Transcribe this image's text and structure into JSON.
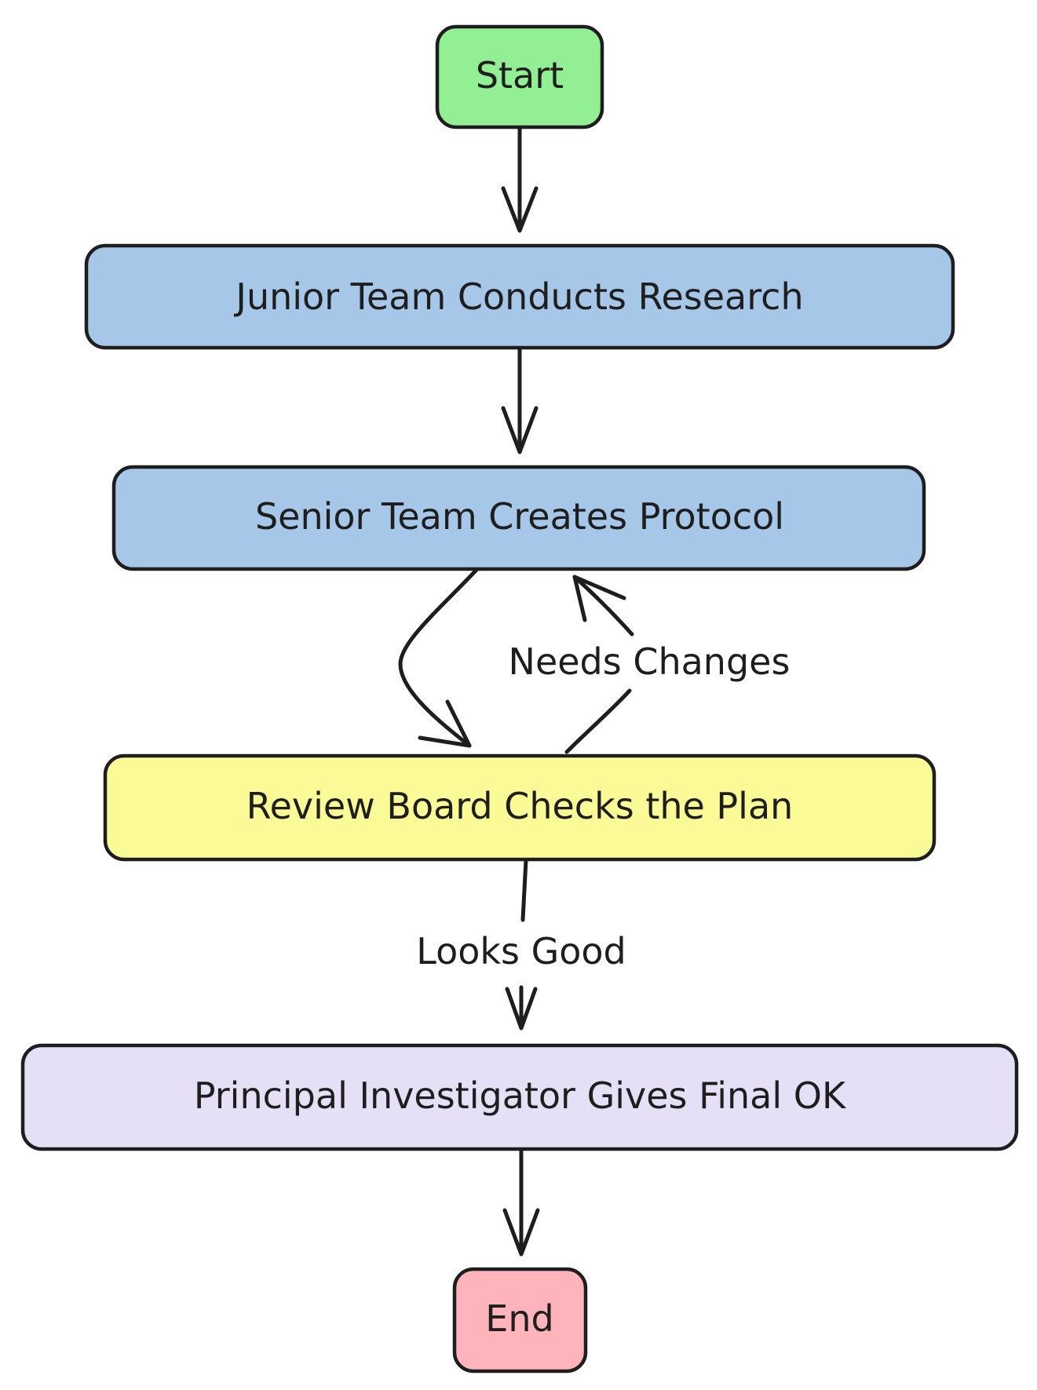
{
  "nodes": [
    {
      "id": "start",
      "label": "Start",
      "fill": "#93ef93"
    },
    {
      "id": "junior",
      "label": "Junior Team Conducts Research",
      "fill": "#a6c7e8"
    },
    {
      "id": "senior",
      "label": "Senior Team Creates Protocol",
      "fill": "#a6c7e8"
    },
    {
      "id": "review",
      "label": "Review Board Checks the Plan",
      "fill": "#fafa96"
    },
    {
      "id": "pi",
      "label": "Principal Investigator Gives Final OK",
      "fill": "#e6e0f7"
    },
    {
      "id": "end",
      "label": "End",
      "fill": "#ffb3ba"
    }
  ],
  "edges": [
    {
      "id": "start-to-junior",
      "from": "start",
      "to": "junior",
      "label": ""
    },
    {
      "id": "junior-to-senior",
      "from": "junior",
      "to": "senior",
      "label": ""
    },
    {
      "id": "senior-to-review",
      "from": "senior",
      "to": "review",
      "label": ""
    },
    {
      "id": "review-to-senior",
      "from": "review",
      "to": "senior",
      "label": "Needs Changes"
    },
    {
      "id": "review-to-pi",
      "from": "review",
      "to": "pi",
      "label": "Looks Good"
    },
    {
      "id": "pi-to-end",
      "from": "pi",
      "to": "end",
      "label": ""
    }
  ]
}
